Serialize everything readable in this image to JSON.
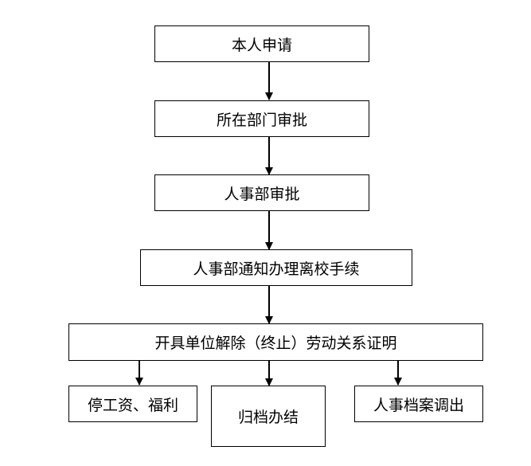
{
  "flowchart": {
    "steps": [
      "本人申请",
      "所在部门审批",
      "人事部审批",
      "人事部通知办理离校手续",
      "开具单位解除（终止）劳动关系证明"
    ],
    "outcomes": [
      "停工资、福利",
      "归档办结",
      "人事档案调出"
    ]
  }
}
